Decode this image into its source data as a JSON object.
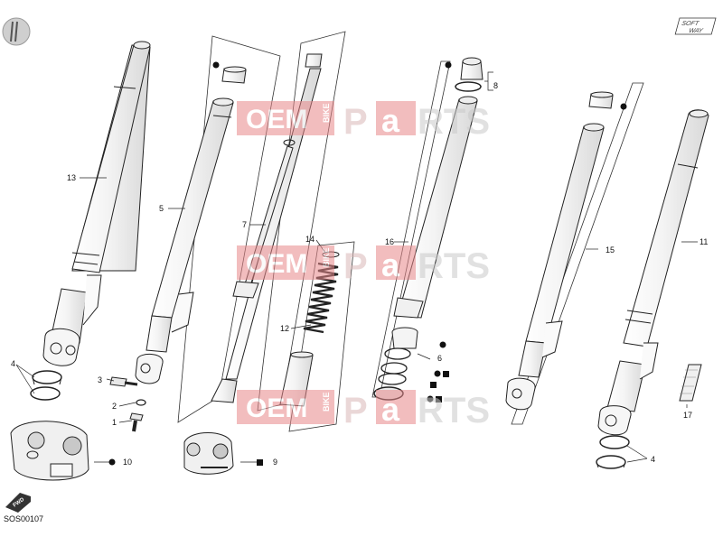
{
  "diagram": {
    "drawing_code": "SOS00107",
    "brand_logo": {
      "line1": "SOFT",
      "line2": "WAY"
    },
    "fwd_label": "FWD",
    "watermark": {
      "oem": "OEM",
      "bike": "BIKE",
      "parts_a": "P",
      "parts_b": "a",
      "parts_c": "RTS"
    },
    "callouts": [
      {
        "id": "c13",
        "text": "13"
      },
      {
        "id": "c5",
        "text": "5"
      },
      {
        "id": "c7",
        "text": "7"
      },
      {
        "id": "c14",
        "text": "14"
      },
      {
        "id": "c12",
        "text": "12"
      },
      {
        "id": "c16",
        "text": "16"
      },
      {
        "id": "c8",
        "text": "8"
      },
      {
        "id": "c6",
        "text": "6"
      },
      {
        "id": "c15",
        "text": "15"
      },
      {
        "id": "c11",
        "text": "11"
      },
      {
        "id": "c4l",
        "text": "4"
      },
      {
        "id": "c3",
        "text": "3"
      },
      {
        "id": "c2",
        "text": "2"
      },
      {
        "id": "c1",
        "text": "1"
      },
      {
        "id": "c10",
        "text": "10"
      },
      {
        "id": "c9",
        "text": "9"
      },
      {
        "id": "c17",
        "text": "17"
      },
      {
        "id": "c4r",
        "text": "4"
      }
    ]
  }
}
